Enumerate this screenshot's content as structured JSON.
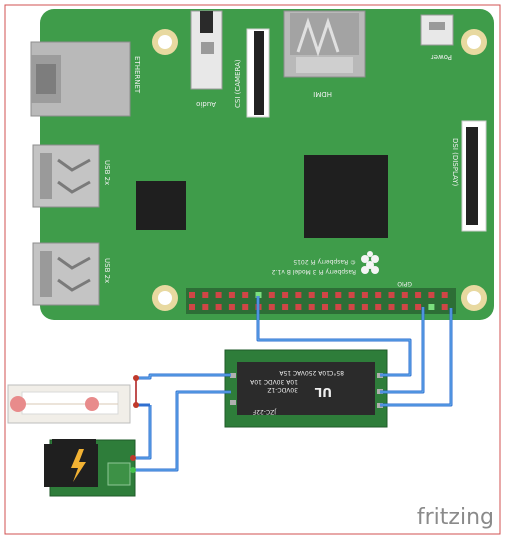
{
  "board": {
    "ethernet_label": "ETHERNET",
    "audio_label": "Audio",
    "csi_label": "CSI (CAMERA)",
    "hdmi_label": "HDMI",
    "power_label": "Power",
    "dsi_label": "DSI (DISPLAY)",
    "usb_top_label": "USB 2x",
    "usb_bottom_label": "USB 2x",
    "copyright_label": "© Raspberry Pi 2015",
    "model_label": "Raspberry Pi 3 Model B v1.2",
    "gpio_label": "GPIO"
  },
  "relay": {
    "rating_line1": "10A 250VAC 15A",
    "rating_line2": "10A 30VDC 10A",
    "voltage_label": "30VDC-1Z",
    "model_label": "JZC-22F",
    "cert_label": "85°C"
  },
  "brand": {
    "logo_text": "fritzing"
  },
  "colors": {
    "board_green": "#3f9c4a",
    "wire_blue": "#2f6fd0",
    "border_red": "#c0392b"
  }
}
